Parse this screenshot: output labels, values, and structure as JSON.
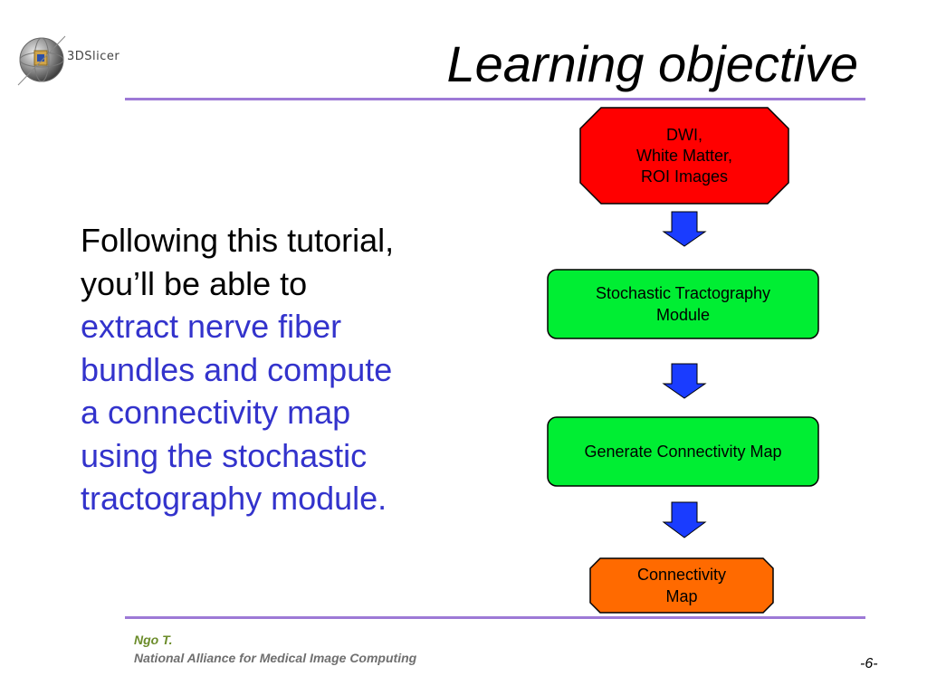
{
  "logo": {
    "text": "3DSlicer",
    "icon": "3dslicer-logo-icon"
  },
  "slide": {
    "title": "Learning objective",
    "intro_lines": [
      "Following this tutorial,",
      "you’ll be able to"
    ],
    "highlight_lines": [
      "extract nerve fiber",
      "bundles and compute",
      "a connectivity map",
      "using the stochastic",
      "tractography module."
    ]
  },
  "flowchart": {
    "nodes": [
      {
        "lines": [
          "DWI,",
          "White Matter,",
          "ROI Images"
        ],
        "shape": "octagon",
        "color": "#ff0000"
      },
      {
        "lines": [
          "Stochastic Tractography",
          "Module"
        ],
        "shape": "rounded-rect",
        "color": "#00ee33"
      },
      {
        "lines": [
          "Generate Connectivity Map"
        ],
        "shape": "rounded-rect",
        "color": "#00ee33"
      },
      {
        "lines": [
          "Connectivity",
          "Map"
        ],
        "shape": "octagon",
        "color": "#ff6a00"
      }
    ],
    "arrow_color": "#1a3cff",
    "arrow_icon": "down-arrow-icon"
  },
  "footer": {
    "author": "Ngo T.",
    "organization": "National Alliance for Medical Image Computing",
    "page": "-6-"
  }
}
